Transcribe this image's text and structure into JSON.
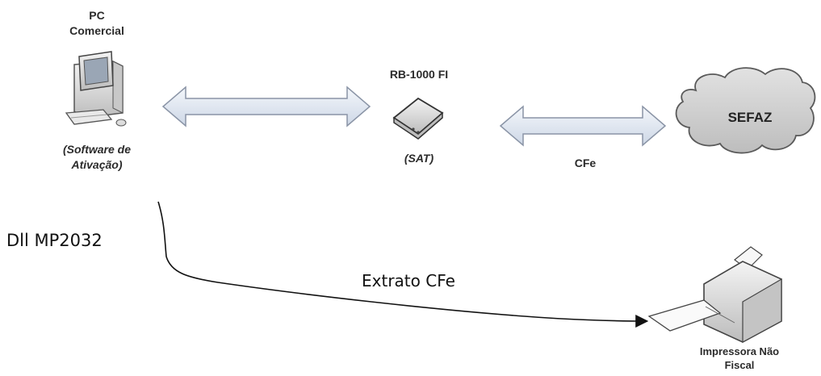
{
  "nodes": {
    "pc": {
      "title_line1": "PC",
      "title_line2": "Comercial",
      "sub_line1": "(Software de",
      "sub_line2": "Ativação)"
    },
    "sat": {
      "title": "RB-1000 FI",
      "sub": "(SAT)"
    },
    "sefaz": {
      "label": "SEFAZ"
    },
    "printer": {
      "line1": "Impressora Não",
      "line2": "Fiscal"
    }
  },
  "edges": {
    "sat_sefaz": {
      "label": "CFe"
    },
    "pc_printer": {
      "label": "Extrato CFe"
    }
  },
  "annotations": {
    "dll": "Dll MP2032"
  },
  "colors": {
    "arrow_fill": "#dfe6f1",
    "arrow_stroke": "#8a94a6",
    "cloud_fill": "#cfcfcf",
    "device_fill": "#e6e6e6"
  }
}
